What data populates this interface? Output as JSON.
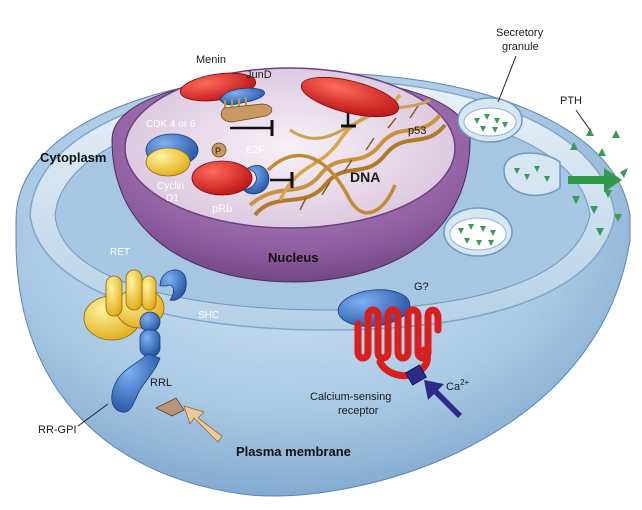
{
  "labels": {
    "menin": "Menin",
    "jund": "JunD",
    "p53": "p53",
    "cdk": "CDK 4 or 6",
    "cyclin_line1": "Cyclin",
    "cyclin_line2": "D1",
    "p": "P",
    "e2f": "E2F",
    "prb": "pRb",
    "dna": "DNA",
    "cytoplasm": "Cytoplasm",
    "nucleus": "Nucleus",
    "secretory_line1": "Secretory",
    "secretory_line2": "granule",
    "pth": "PTH",
    "ret": "RET",
    "shc": "SHC",
    "rrl": "RRL",
    "rr_gpi": "RR-GPI",
    "g_protein": "G?",
    "casr_line1": "Calcium-sensing",
    "casr_line2": "receptor",
    "calcium": "Ca",
    "calcium_charge": "2+",
    "plasma_membrane": "Plasma membrane"
  },
  "colors": {
    "cell_fill": "#9fc3e0",
    "cell_rim": "#cfe2f2",
    "nucleus": "#8a5a9e",
    "nucleus_inner": "#ece0ee",
    "red_protein": "#d91e1e",
    "blue_protein": "#2e6fc4",
    "yellow_protein": "#f4cf1e",
    "dna": "#c9933c",
    "granule": "#3a9a5a"
  },
  "icons": [
    "inhibition-bar-icon",
    "arrow-icon",
    "pth-triangle-icon",
    "phosphate-icon"
  ]
}
